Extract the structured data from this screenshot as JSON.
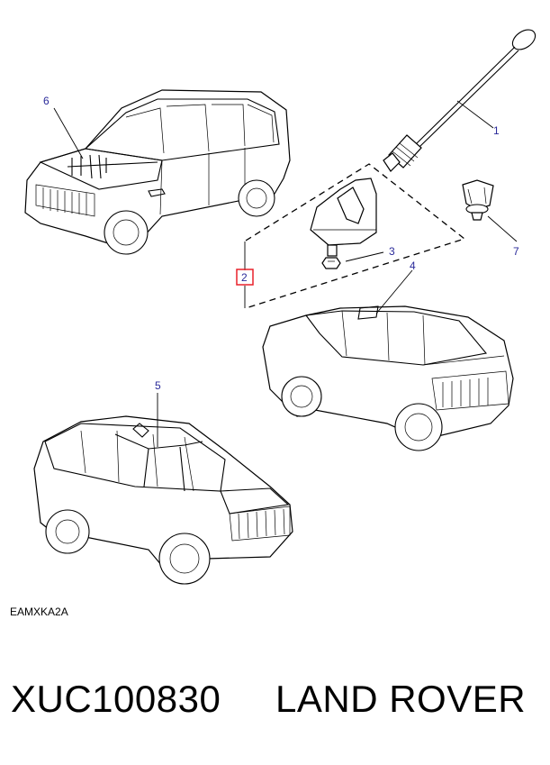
{
  "diagram": {
    "callouts": [
      "1",
      "2",
      "3",
      "4",
      "5",
      "6",
      "7"
    ],
    "highlighted_callout": "2",
    "reference_code": "EAMXKA2A"
  },
  "footer": {
    "part_number": "XUC100830",
    "brand": "LAND ROVER"
  },
  "colors": {
    "callout_text": "#2a2a9a",
    "highlight_box": "#e8202a",
    "line_art": "#000000",
    "background": "#ffffff"
  }
}
